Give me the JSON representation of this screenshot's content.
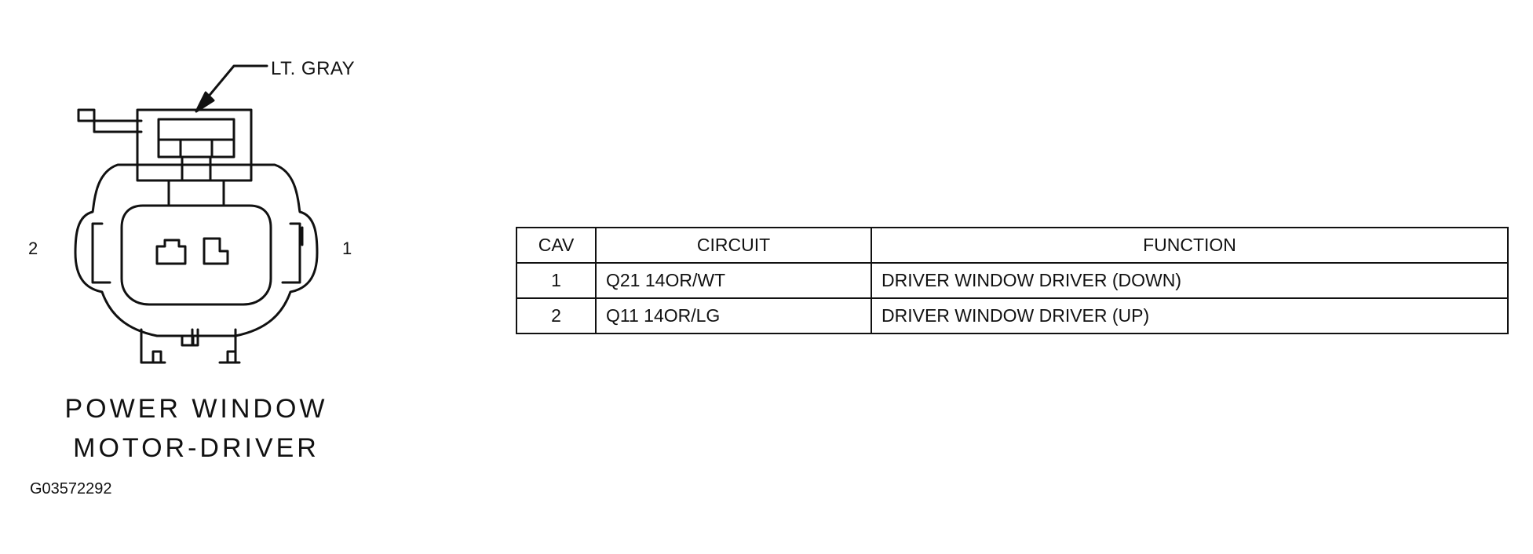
{
  "connector": {
    "wire_color_callout": "LT. GRAY",
    "pin_left_label": "2",
    "pin_right_label": "1",
    "title_line_1": "POWER WINDOW",
    "title_line_2": "MOTOR-DRIVER"
  },
  "figure_code": "G03572292",
  "pin_table": {
    "headers": {
      "cav": "CAV",
      "circuit": "CIRCUIT",
      "function": "FUNCTION"
    },
    "rows": [
      {
        "cav": "1",
        "circuit": "Q21 14OR/WT",
        "function": "DRIVER WINDOW DRIVER (DOWN)"
      },
      {
        "cav": "2",
        "circuit": "Q11 14OR/LG",
        "function": "DRIVER WINDOW DRIVER (UP)"
      }
    ]
  }
}
